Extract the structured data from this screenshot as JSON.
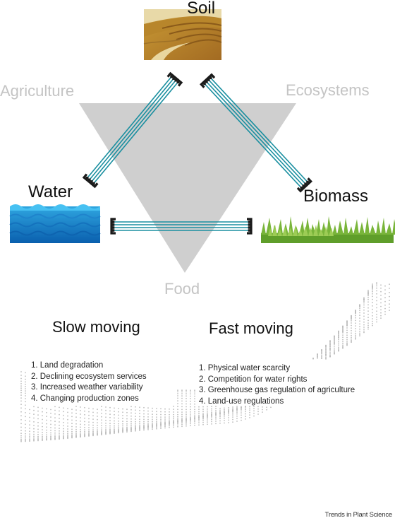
{
  "triangle": {
    "corners": {
      "top_left": "Agriculture",
      "top_right": "Ecosystems",
      "bottom": "Food"
    },
    "color": "#cfcfcf"
  },
  "nodes": {
    "soil": "Soil",
    "water": "Water",
    "biomass": "Biomass"
  },
  "connector_color": "#1a8fa0",
  "slow": {
    "heading": "Slow moving",
    "items": [
      "1. Land degradation",
      "2. Declining ecosystem services",
      "3. Increased weather variability",
      "4. Changing production zones"
    ]
  },
  "fast": {
    "heading": "Fast moving",
    "items": [
      "1. Physical water scarcity",
      "2. Competition for water rights",
      "3. Greenhouse gas regulation of agriculture",
      "4. Land-use regulations"
    ]
  },
  "credit": "Trends in Plant Science"
}
